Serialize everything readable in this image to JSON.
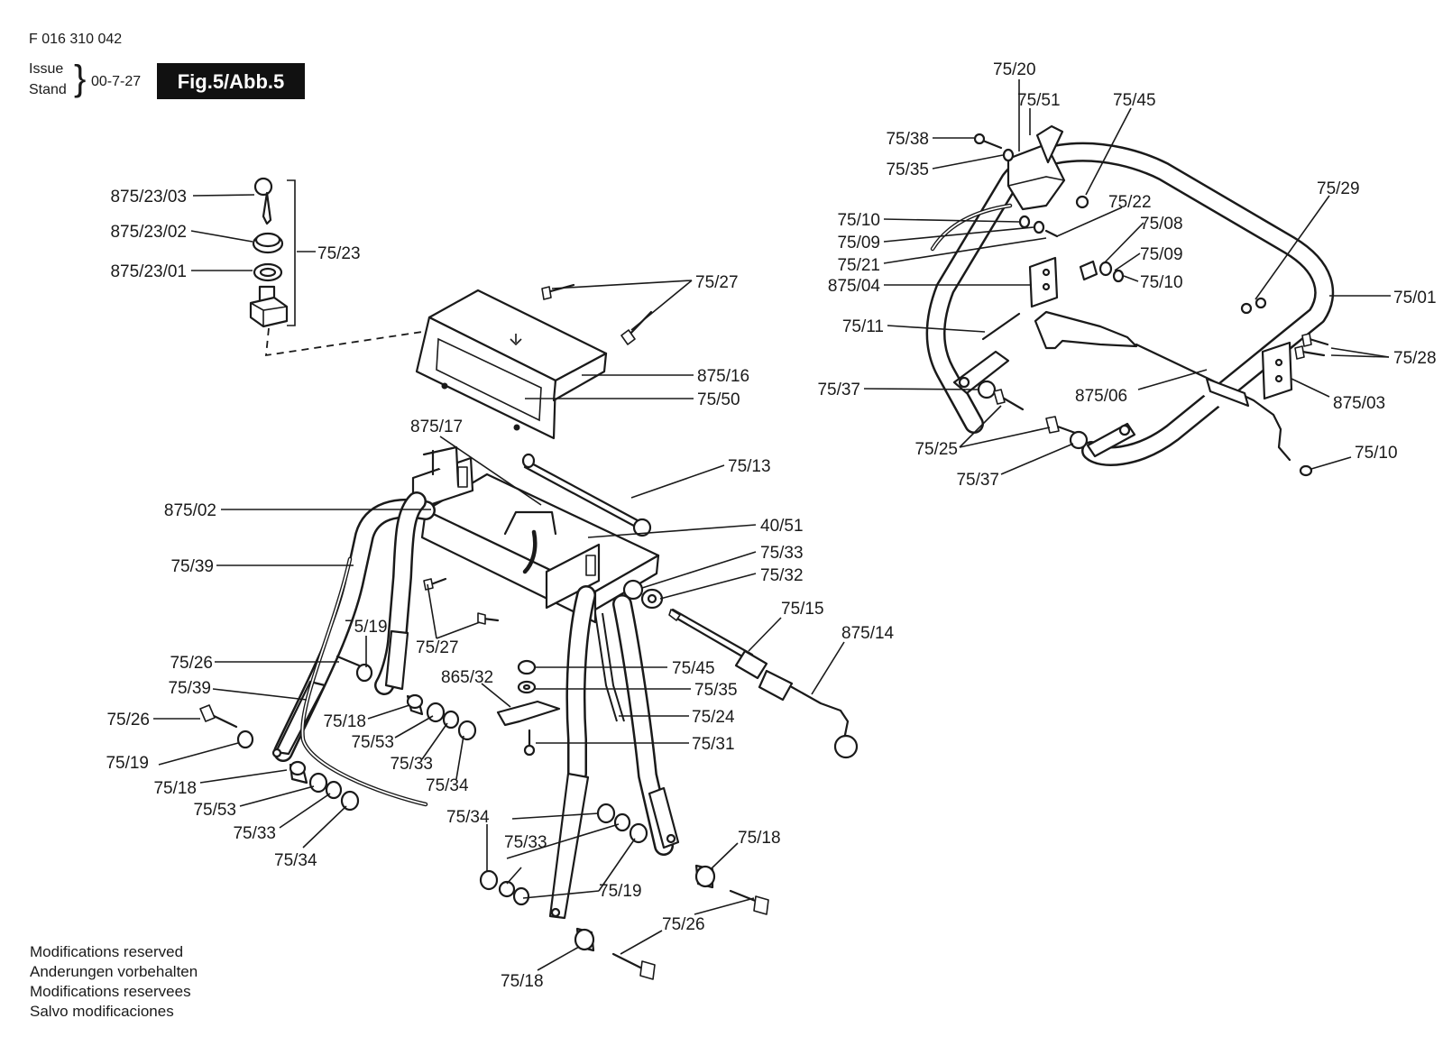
{
  "header": {
    "doc_number": "F 016 310 042",
    "issue_label": "Issue",
    "stand_label": "Stand",
    "brace": "}",
    "date": "00-7-27",
    "figure": "Fig.5/Abb.5"
  },
  "footer": {
    "lines": [
      "Modifications reserved",
      "Anderungen vorbehalten",
      "Modifications reservees",
      "Salvo modificaciones"
    ]
  },
  "callouts": [
    "875/23/03",
    "875/23/02",
    "875/23/01",
    "75/23",
    "75/27",
    "875/16",
    "75/50",
    "875/17",
    "75/13",
    "875/02",
    "40/51",
    "75/39",
    "75/33",
    "75/32",
    "75/19",
    "75/27",
    "75/15",
    "875/14",
    "75/26",
    "75/45",
    "865/32",
    "75/39",
    "75/35",
    "75/26",
    "75/18",
    "75/24",
    "75/53",
    "75/19",
    "75/33",
    "75/31",
    "75/34",
    "75/18",
    "75/53",
    "75/33",
    "75/34",
    "75/34",
    "75/33",
    "75/18",
    "75/19",
    "75/26",
    "75/18",
    "75/20",
    "75/51",
    "75/45",
    "75/38",
    "75/35",
    "75/22",
    "75/29",
    "75/10",
    "75/08",
    "75/09",
    "75/09",
    "75/21",
    "75/10",
    "875/04",
    "75/01",
    "75/11",
    "75/28",
    "75/37",
    "875/06",
    "875/03",
    "75/25",
    "75/10",
    "75/37"
  ]
}
